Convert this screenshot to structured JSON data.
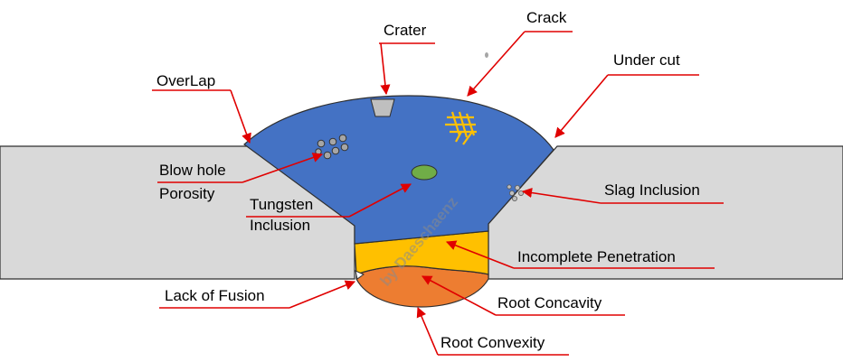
{
  "labels": {
    "crater": "Crater",
    "crack": "Crack",
    "undercut": "Under cut",
    "overlap": "OverLap",
    "blowhole_line1": "Blow hole",
    "blowhole_line2": "Porosity",
    "tungsten_line1": "Tungsten",
    "tungsten_line2": "Inclusion",
    "slag": "Slag Inclusion",
    "incomplete_penetration": "Incomplete Penetration",
    "lack_of_fusion": "Lack of Fusion",
    "root_concavity": "Root Concavity",
    "root_convexity": "Root Convexity"
  },
  "watermark": "by Daeschaenz",
  "colors": {
    "base_metal": "#d9d9d9",
    "weld_metal": "#4472c4",
    "incomplete_penetration": "#ffc000",
    "root_convexity": "#ed7d31",
    "tungsten": "#70ad47",
    "crack": "#ffc000",
    "leader_lines": "#e00000",
    "outline": "#2f2f2f"
  }
}
